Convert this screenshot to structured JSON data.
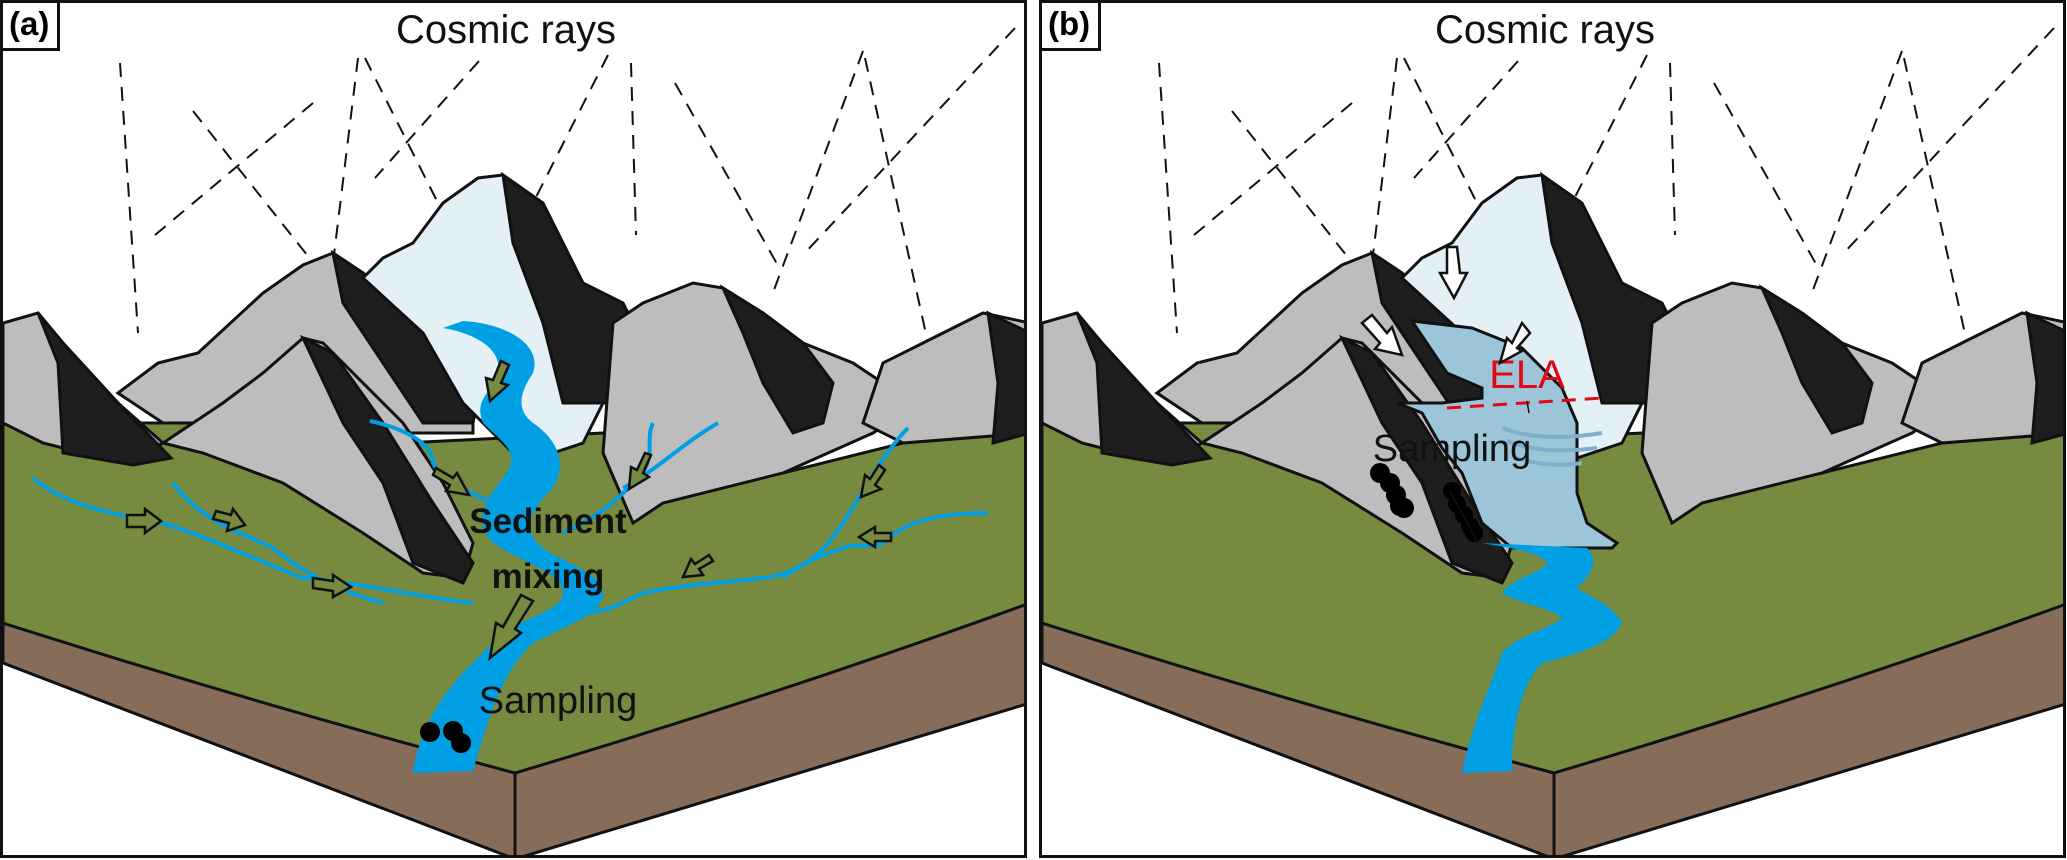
{
  "figure": {
    "panels": [
      {
        "id": "a",
        "label": "(a)",
        "title": "Cosmic rays",
        "annotations": {
          "mixing_line1": "Sediment",
          "mixing_line2": "mixing",
          "sampling": "Sampling"
        },
        "sample_count": 3
      },
      {
        "id": "b",
        "label": "(b)",
        "title": "Cosmic rays",
        "annotations": {
          "ela": "ELA",
          "sampling": "Sampling"
        },
        "sample_count": 10
      }
    ],
    "colors": {
      "meadow": "#768B3F",
      "soil": "#856D5A",
      "rock_light": "#BDBDBD",
      "rock_dark": "#1E1E1E",
      "snow": "#E3F1F7",
      "river": "#009FE3",
      "glacier": "#9DC5D9",
      "ela_line": "#E30613",
      "outline": "#111111"
    }
  }
}
